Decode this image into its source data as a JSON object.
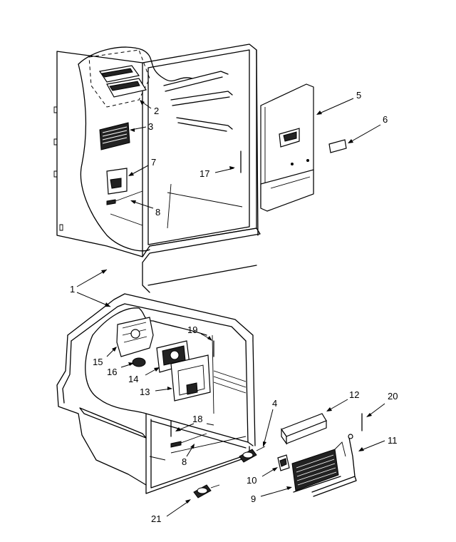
{
  "diagram": {
    "callouts": [
      {
        "id": "c1",
        "text": "1"
      },
      {
        "id": "c2",
        "text": "2"
      },
      {
        "id": "c3",
        "text": "3"
      },
      {
        "id": "c4",
        "text": "4"
      },
      {
        "id": "c5",
        "text": "5"
      },
      {
        "id": "c6",
        "text": "6"
      },
      {
        "id": "c7",
        "text": "7"
      },
      {
        "id": "c8a",
        "text": "8"
      },
      {
        "id": "c8b",
        "text": "8"
      },
      {
        "id": "c9",
        "text": "9"
      },
      {
        "id": "c10",
        "text": "10"
      },
      {
        "id": "c11",
        "text": "11"
      },
      {
        "id": "c12",
        "text": "12"
      },
      {
        "id": "c13",
        "text": "13"
      },
      {
        "id": "c14",
        "text": "14"
      },
      {
        "id": "c15",
        "text": "15"
      },
      {
        "id": "c16",
        "text": "16"
      },
      {
        "id": "c17",
        "text": "17"
      },
      {
        "id": "c18",
        "text": "18"
      },
      {
        "id": "c19",
        "text": "19"
      },
      {
        "id": "c20",
        "text": "20"
      },
      {
        "id": "c21",
        "text": "21"
      }
    ]
  }
}
